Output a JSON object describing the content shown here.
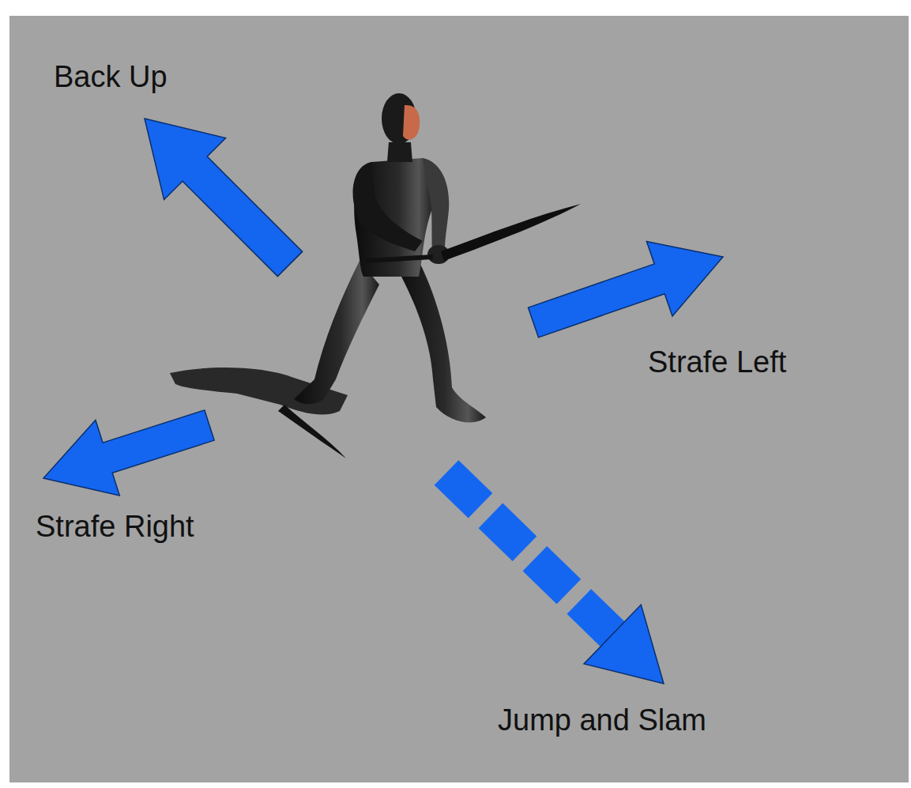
{
  "diagram": {
    "labels": [
      "Back Up",
      "Strafe Left",
      "Strafe Right",
      "Jump and Slam"
    ]
  }
}
